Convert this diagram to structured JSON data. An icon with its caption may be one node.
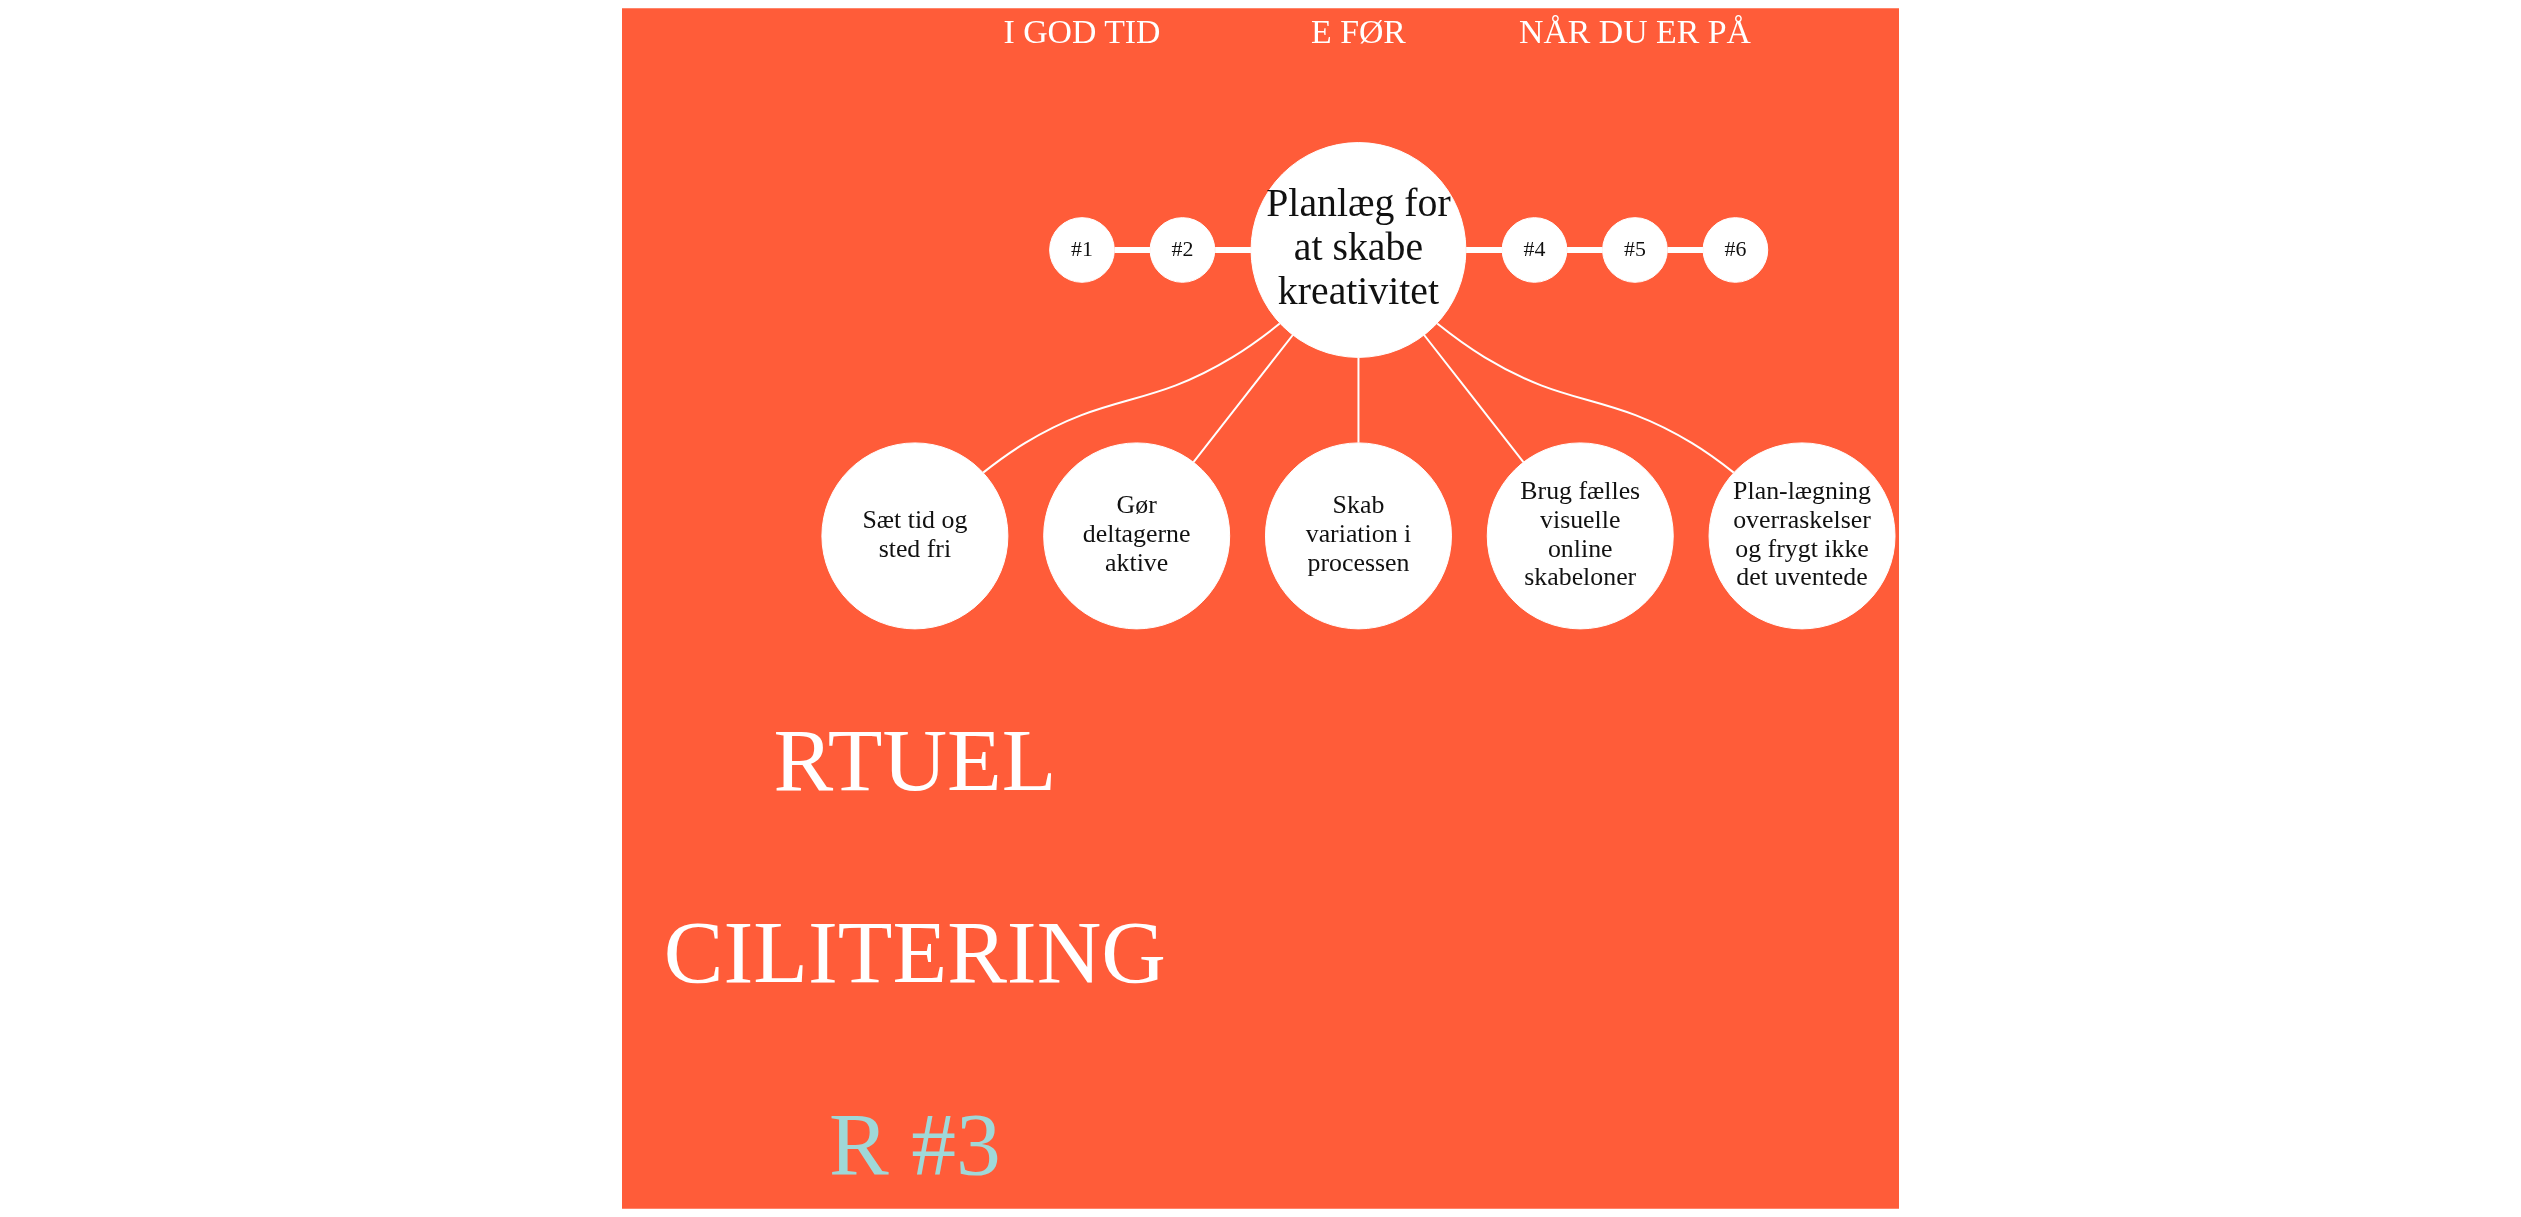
{
  "diagram": {
    "nodes": [
      {
        "text": [
          "#1"
        ]
      },
      {
        "text": [
          "#2"
        ]
      },
      {
        "text": [
          "Planlæg for at skabe kreativitet"
        ]
      },
      {
        "text": [
          "#4"
        ]
      },
      {
        "text": [
          "#5"
        ]
      },
      {
        "text": [
          "#6"
        ]
      },
      {
        "text": [
          "Sæt tid og sted fri"
        ]
      },
      {
        "text": [
          "Gør deltagerne aktive"
        ]
      },
      {
        "text": [
          "Skab variation i processen"
        ]
      },
      {
        "text": [
          "Brug fælles visuelle online skabeloner"
        ]
      },
      {
        "text": [
          "Plan-lægning overraskelser og frygt ikke det uventede"
        ]
      }
    ],
    "edges": [
      {
        "from": 0,
        "to": 1,
        "arrow": "none",
        "style": "thick"
      },
      {
        "from": 1,
        "to": 2,
        "arrow": "none",
        "style": "thick"
      },
      {
        "from": 2,
        "to": 3,
        "arrow": "none",
        "style": "thick"
      },
      {
        "from": 3,
        "to": 4,
        "arrow": "none",
        "style": "thick"
      },
      {
        "from": 4,
        "to": 5,
        "arrow": "none",
        "style": "thick"
      },
      {
        "from": 2,
        "to": 6,
        "arrow": "none"
      },
      {
        "from": 2,
        "to": 7,
        "arrow": "none"
      },
      {
        "from": 2,
        "to": 8,
        "arrow": "none"
      },
      {
        "from": 2,
        "to": 9,
        "arrow": "none"
      },
      {
        "from": 2,
        "to": 10,
        "arrow": "none"
      }
    ],
    "labels": [
      "I GOD TID",
      "E FØR",
      "NÅR DU ER PÅ",
      "RTUEL",
      "CILITERING",
      "R #3"
    ]
  }
}
